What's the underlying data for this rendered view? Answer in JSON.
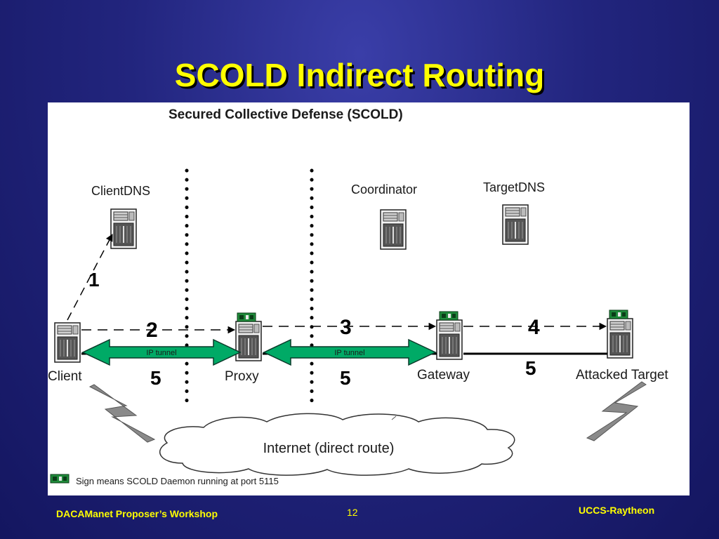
{
  "slide": {
    "title": "SCOLD Indirect Routing"
  },
  "diagram": {
    "heading": "Secured Collective Defense (SCOLD)",
    "nodes": {
      "client_dns": "ClientDNS",
      "coordinator": "Coordinator",
      "target_dns": "TargetDNS",
      "client": "Client",
      "proxy": "Proxy",
      "gateway": "Gateway",
      "attacked_target": "Attacked Target"
    },
    "step_labels": {
      "step_1": "1",
      "step_2": "2",
      "step_3": "3",
      "step_4": "4",
      "step_5_client": "5",
      "step_5_proxy": "5",
      "step_5_gateway": "5"
    },
    "tunnels": {
      "tunnel_left": "IP tunnel",
      "tunnel_right": "IP tunnel"
    },
    "internet_label": "Internet (direct route)",
    "legend_text": "Sign means SCOLD Daemon running at port 5115",
    "colors": {
      "tunnel_fill": "#00aa66",
      "tunnel_text": "#f4e020",
      "daemon_board": "#1f8a3a"
    }
  },
  "footer": {
    "left": "DACAManet Proposer’s Workshop",
    "page_number": "12",
    "right": "UCCS-Raytheon"
  }
}
